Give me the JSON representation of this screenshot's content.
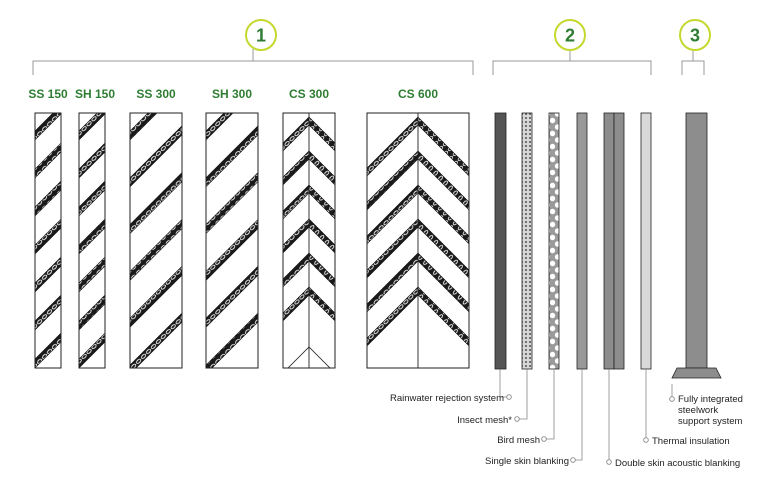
{
  "colors": {
    "accent": "#2e7d32",
    "accent_ring": "#c4d82e",
    "line": "#222222",
    "leader": "#888888"
  },
  "groups": [
    {
      "number": "1"
    },
    {
      "number": "2"
    },
    {
      "number": "3"
    }
  ],
  "louvres": [
    {
      "label": "SS 150"
    },
    {
      "label": "SH 150"
    },
    {
      "label": "SS 300"
    },
    {
      "label": "SH 300"
    },
    {
      "label": "CS 300"
    },
    {
      "label": "CS 600"
    }
  ],
  "components": [
    {
      "label": "Rainwater rejection system",
      "icon": "dark-solid-panel"
    },
    {
      "label": "Insect mesh*",
      "icon": "fine-mesh-panel"
    },
    {
      "label": "Bird mesh",
      "icon": "bird-mesh-panel"
    },
    {
      "label": "Single skin blanking",
      "icon": "single-blanking-panel"
    },
    {
      "label": "Double skin acoustic blanking",
      "icon": "double-blanking-panel"
    },
    {
      "label": "Thermal insulation",
      "icon": "insulation-panel"
    }
  ],
  "support": {
    "label_lines": [
      "Fully integrated",
      "steelwork",
      "support system"
    ],
    "icon": "steel-support-post"
  }
}
